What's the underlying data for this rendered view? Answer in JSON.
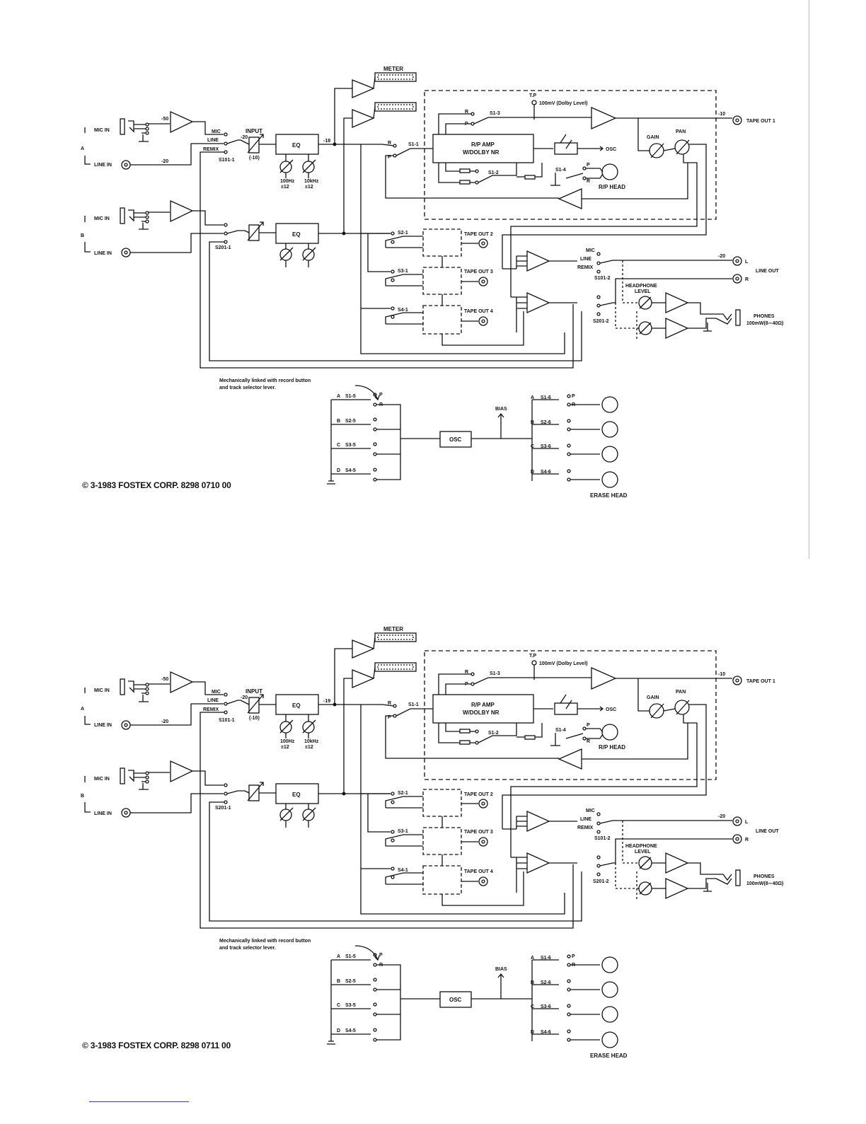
{
  "diagrams": [
    {
      "labels": {
        "meter": "METER",
        "tp": "T.P",
        "tp_level": "100mV (Dolby Level)",
        "mic_in": "MIC IN",
        "line_in": "LINE IN",
        "group_a": "A",
        "group_b": "B",
        "minus50": "-50",
        "minus20_line": "-20",
        "mic": "MIC",
        "line": "LINE",
        "remix": "REMIX",
        "input": "INPUT",
        "input_minus20": "-20",
        "input_minus10": "(-10)",
        "s101_1": "S101-1",
        "s201_1": "S201-1",
        "eq": "EQ",
        "eq_out": "-18",
        "eq_low": "100Hz",
        "eq_low_gain": "±12",
        "eq_high": "10kHz",
        "eq_high_gain": "±12",
        "s1_1": "S1-1",
        "s1_2": "S1-2",
        "s1_3": "S1-3",
        "s1_4": "S1-4",
        "rp_amp": "R/P AMP",
        "dolby": "W/DOLBY NR",
        "osc_out": "OSC",
        "rp_head": "R/P HEAD",
        "tape_out_level": "-10",
        "tape_out_1": "TAPE OUT 1",
        "gain": "GAIN",
        "pan": "PAN",
        "s2_1": "S2-1",
        "s3_1": "S3-1",
        "s4_1": "S4-1",
        "tape_out_2": "TAPE OUT 2",
        "tape_out_3": "TAPE OUT 3",
        "tape_out_4": "TAPE OUT 4",
        "mix_mic": "MIC",
        "mix_line": "LINE",
        "mix_remix": "REMIX",
        "s101_2": "S101-2",
        "s201_2": "S201-2",
        "line_out_level": "-20",
        "l": "L",
        "r": "R",
        "line_out": "LINE OUT",
        "headphone": "HEADPHONE",
        "level": "LEVEL",
        "phones": "PHONES",
        "phones_spec": "100mW(8∼40Ω)",
        "mech_note_1": "Mechanically linked with record button",
        "mech_note_2": "and track selector lever.",
        "sw_a": "A",
        "sw_b": "B",
        "sw_c": "C",
        "sw_d": "D",
        "s1_5": "S1-5",
        "s2_5": "S2-5",
        "s3_5": "S3-5",
        "s4_5": "S4-5",
        "s1_6": "S1-6",
        "s2_6": "S2-6",
        "s3_6": "S3-6",
        "s4_6": "S4-6",
        "p": "P",
        "rr": "R",
        "osc": "OSC",
        "bias": "BIAS",
        "erase_head": "ERASE HEAD",
        "copyright": "© 3-1983 FOSTEX CORP.   8298 0710 00"
      }
    },
    {
      "labels": {
        "meter": "METER",
        "tp": "T.P",
        "tp_level": "100mV (Dolby Level)",
        "mic_in": "MIC IN",
        "line_in": "LINE IN",
        "group_a": "A",
        "group_b": "B",
        "minus50": "-50",
        "minus20_line": "-20",
        "mic": "MIC",
        "line": "LINE",
        "remix": "REMIX",
        "input": "INPUT",
        "input_minus20": "-20",
        "input_minus10": "(-10)",
        "s101_1": "S101-1",
        "s201_1": "S201-1",
        "eq": "EQ",
        "eq_out": "-19",
        "eq_low": "100Hz",
        "eq_low_gain": "±12",
        "eq_high": "10kHz",
        "eq_high_gain": "±12",
        "s1_1": "S1-1",
        "s1_2": "S1-2",
        "s1_3": "S1-3",
        "s1_4": "S1-4",
        "rp_amp": "R/P AMP",
        "dolby": "W/DOLBY NR",
        "osc_out": "OSC",
        "rp_head": "R/P HEAD",
        "tape_out_level": "-10",
        "tape_out_1": "TAPE OUT 1",
        "gain": "GAIN",
        "pan": "PAN",
        "s2_1": "S2-1",
        "s3_1": "S3-1",
        "s4_1": "S4-1",
        "tape_out_2": "TAPE OUT 2",
        "tape_out_3": "TAPE OUT 3",
        "tape_out_4": "TAPE OUT 4",
        "mix_mic": "MIC",
        "mix_line": "LINE",
        "mix_remix": "REMIX",
        "s101_2": "S101-2",
        "s201_2": "S201-2",
        "line_out_level": "-20",
        "l": "L",
        "r": "R",
        "line_out": "LINE OUT",
        "headphone": "HEADPHONE",
        "level": "LEVEL",
        "phones": "PHONES",
        "phones_spec": "100mW(8∼40Ω)",
        "mech_note_1": "Mechanically linked with record button",
        "mech_note_2": "and track selector lever.",
        "sw_a": "A",
        "sw_b": "B",
        "sw_c": "C",
        "sw_d": "D",
        "s1_5": "S1-5",
        "s2_5": "S2-5",
        "s3_5": "S3-5",
        "s4_5": "S4-5",
        "s1_6": "S1-6",
        "s2_6": "S2-6",
        "s3_6": "S3-6",
        "s4_6": "S4-6",
        "p": "P",
        "rr": "R",
        "osc": "OSC",
        "bias": "BIAS",
        "erase_head": "ERASE HEAD",
        "copyright": "© 3-1983 FOSTEX CORP.   8298 0711 00"
      }
    }
  ]
}
